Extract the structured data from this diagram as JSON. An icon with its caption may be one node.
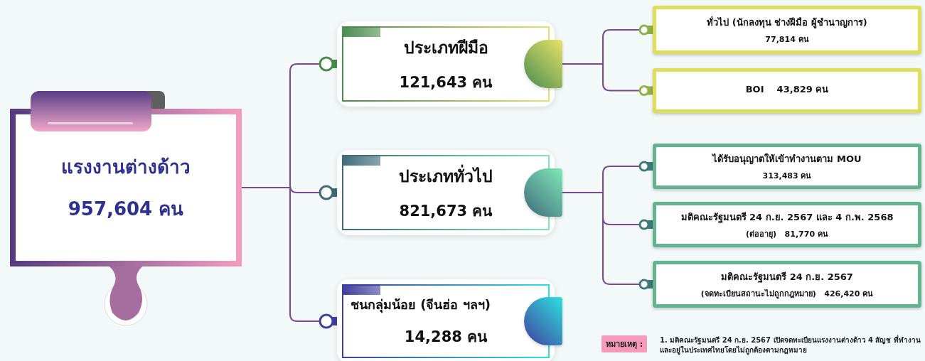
{
  "diagram": {
    "nodes": [
      {
        "text": [
          "แรงงานต่างด้าว",
          "957,604 คน"
        ]
      },
      {
        "text": [
          "ประเภทฝีมือ",
          "121,643 คน"
        ]
      },
      {
        "text": [
          "ประเภททั่วไป",
          "821,673 คน"
        ]
      },
      {
        "text": [
          "ชนกลุ่มน้อย (จีนฮ่อ ฯลฯ)",
          "14,288 คน"
        ]
      },
      {
        "text": [
          "ทั่วไป (นักลงทุน ช่างฝีมือ ผู้ชำนาญการ)",
          "77,814 คน"
        ]
      },
      {
        "text": [
          "BOI    43,829 คน"
        ]
      },
      {
        "text": [
          "ได้รับอนุญาตให้เข้าทำงานตาม MOU",
          "313,483 คน"
        ]
      },
      {
        "text": [
          "มติคณะรัฐมนตรี 24 ก.ย. 2567 และ 4 ก.พ. 2568",
          "(ต่ออายุ)   81,770 คน"
        ]
      },
      {
        "text": [
          "มติคณะรัฐมนตรี 24 ก.ย. 2567",
          "(จดทะเบียนสถานะไม่ถูกกฎหมาย)   426,420 คน"
        ]
      }
    ],
    "edges": [
      {
        "from": 0,
        "to": 1,
        "arrow": "other"
      },
      {
        "from": 0,
        "to": 2,
        "arrow": "other"
      },
      {
        "from": 0,
        "to": 3,
        "arrow": "other"
      },
      {
        "from": 1,
        "to": 4,
        "arrow": "other"
      },
      {
        "from": 1,
        "to": 5,
        "arrow": "other"
      },
      {
        "from": 2,
        "to": 6,
        "arrow": "other"
      },
      {
        "from": 2,
        "to": 7,
        "arrow": "other"
      },
      {
        "from": 2,
        "to": 8,
        "arrow": "other"
      }
    ],
    "labels": [
      "หมายเหตุ :",
      "1. มติคณะรัฐมนตรี 24 ก.ย. 2567 เปิดจดทะเบียนแรงงานต่างด้าว 4 สัญช ที่ทำงานและอยู่ในประเทศไทยโดยไม่ถูกต้องตามกฎหมาย"
    ]
  }
}
